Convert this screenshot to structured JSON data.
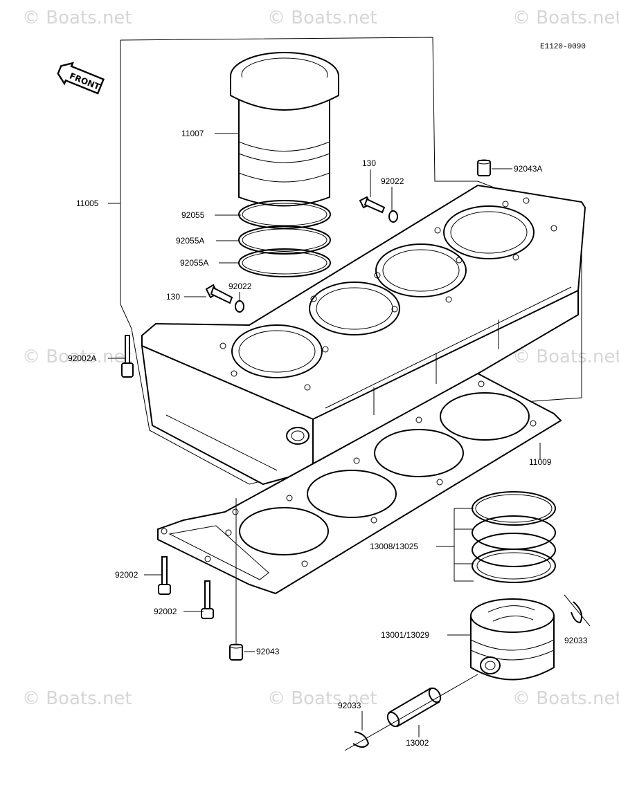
{
  "diagram": {
    "reference": "E1120-0090",
    "front_label": "FRONT",
    "watermark": "© Boats.net",
    "labels": {
      "p11007": "11007",
      "p11005": "11005",
      "p92055": "92055",
      "p92055a1": "92055A",
      "p92055a2": "92055A",
      "p130a": "130",
      "p92022a": "92022",
      "p92043a": "92043A",
      "p130b": "130",
      "p92022b": "92022",
      "p92002a": "92002A",
      "p11009": "11009",
      "p13008": "13008/13025",
      "p92002_1": "92002",
      "p92002_2": "92002",
      "p13001": "13001/13029",
      "p92033a": "92033",
      "p92043": "92043",
      "p92033b": "92033",
      "p13002": "13002"
    }
  }
}
